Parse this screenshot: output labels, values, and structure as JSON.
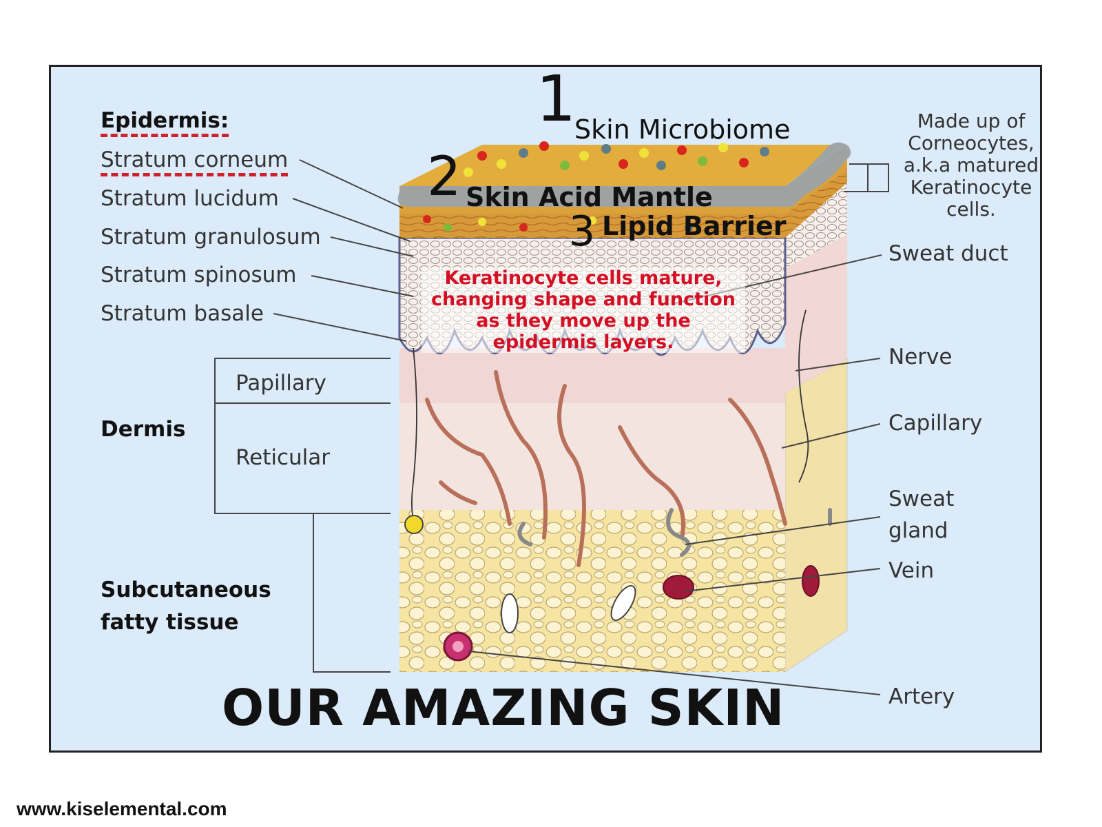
{
  "title": "OUR AMAZING SKIN",
  "website": "www.kiselemental.com",
  "epidermis": {
    "heading": "Epidermis:",
    "layers": [
      "Stratum corneum",
      "Stratum lucidum",
      "Stratum granulosum",
      "Stratum spinosum",
      "Stratum basale"
    ]
  },
  "dermis": {
    "heading": "Dermis",
    "papillary": "Papillary",
    "reticular": "Reticular"
  },
  "subcutaneous": {
    "line1": "Subcutaneous",
    "line2": "fatty tissue"
  },
  "barrier": {
    "n1": "1",
    "l1": "Skin Microbiome",
    "n2": "2",
    "l2": "Skin Acid Mantle",
    "n3": "3",
    "l3": "Lipid Barrier"
  },
  "note": "Made up of Corneocytes, a.k.a matured Keratinocyte cells.",
  "keratinocyte_note": "Keratinocyte cells mature, changing shape and function as they move up the epidermis layers.",
  "right_labels": {
    "sweat_duct": "Sweat duct",
    "nerve": "Nerve",
    "capillary": "Capillary",
    "sweat_gland_1": "Sweat",
    "sweat_gland_2": "gland",
    "vein": "Vein",
    "artery": "Artery"
  },
  "colors": {
    "background": "#dcebf9",
    "accent_red": "#d40f24",
    "corneum": "#e0a832",
    "acid_mantle": "#9aa3a8",
    "epidermis": "#f6ece8",
    "dermis": "#f2d8d8",
    "fat": "#f6e7a6",
    "capillary": "#b8705a"
  }
}
